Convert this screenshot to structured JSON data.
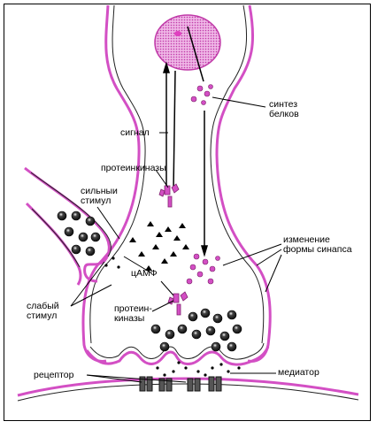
{
  "labels": {
    "protein_synthesis_1": "синтез",
    "protein_synthesis_2": "белков",
    "signal": "сигнал",
    "protein_kinases_top": "протеинкиназы",
    "strong_stimulus_1": "сильныи",
    "strong_stimulus_2": "стимул",
    "synapse_change_1": "изменение",
    "synapse_change_2": "формы синапса",
    "camp": "цАМФ",
    "weak_stimulus_1": "слабый",
    "weak_stimulus_2": "стимул",
    "protein_kinases_low_1": "протеин-",
    "protein_kinases_low_2": "киназы",
    "receptor": "рецептор",
    "mediator": "медиатор"
  },
  "colors": {
    "membrane": "#d34fc4",
    "nucleus": "#e9a6dd",
    "vesicle": "#222222",
    "ink": "#000000"
  }
}
